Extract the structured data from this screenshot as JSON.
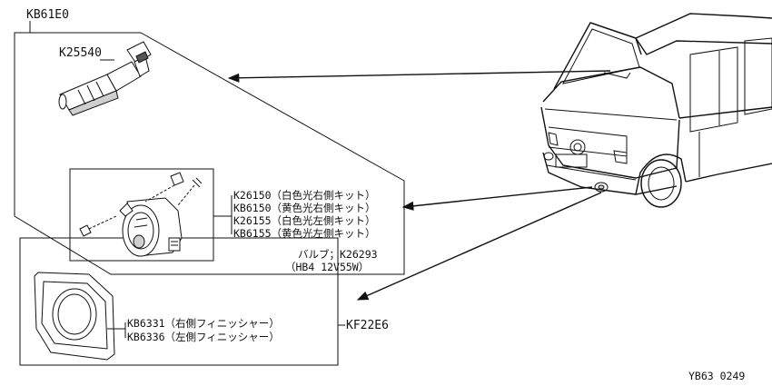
{
  "labels": {
    "kit_assembly": "KB61E0",
    "switch": "K25540",
    "fog_lamps": [
      "K26150（白色光右側キット）",
      "KB6150（黄色光右側キット）",
      "K26155（白色光左側キット）",
      "KB6155（黄色光左側キット）"
    ],
    "bulb_line1": "バルブ；K26293",
    "bulb_line2": "（HB4 12V55W）",
    "finishers": [
      "KB6331（右側フィニッシャー）",
      "KB6336（左側フィニッシャー）"
    ],
    "finisher_group": "KF22E6",
    "figure_code": "YB63 0249"
  }
}
